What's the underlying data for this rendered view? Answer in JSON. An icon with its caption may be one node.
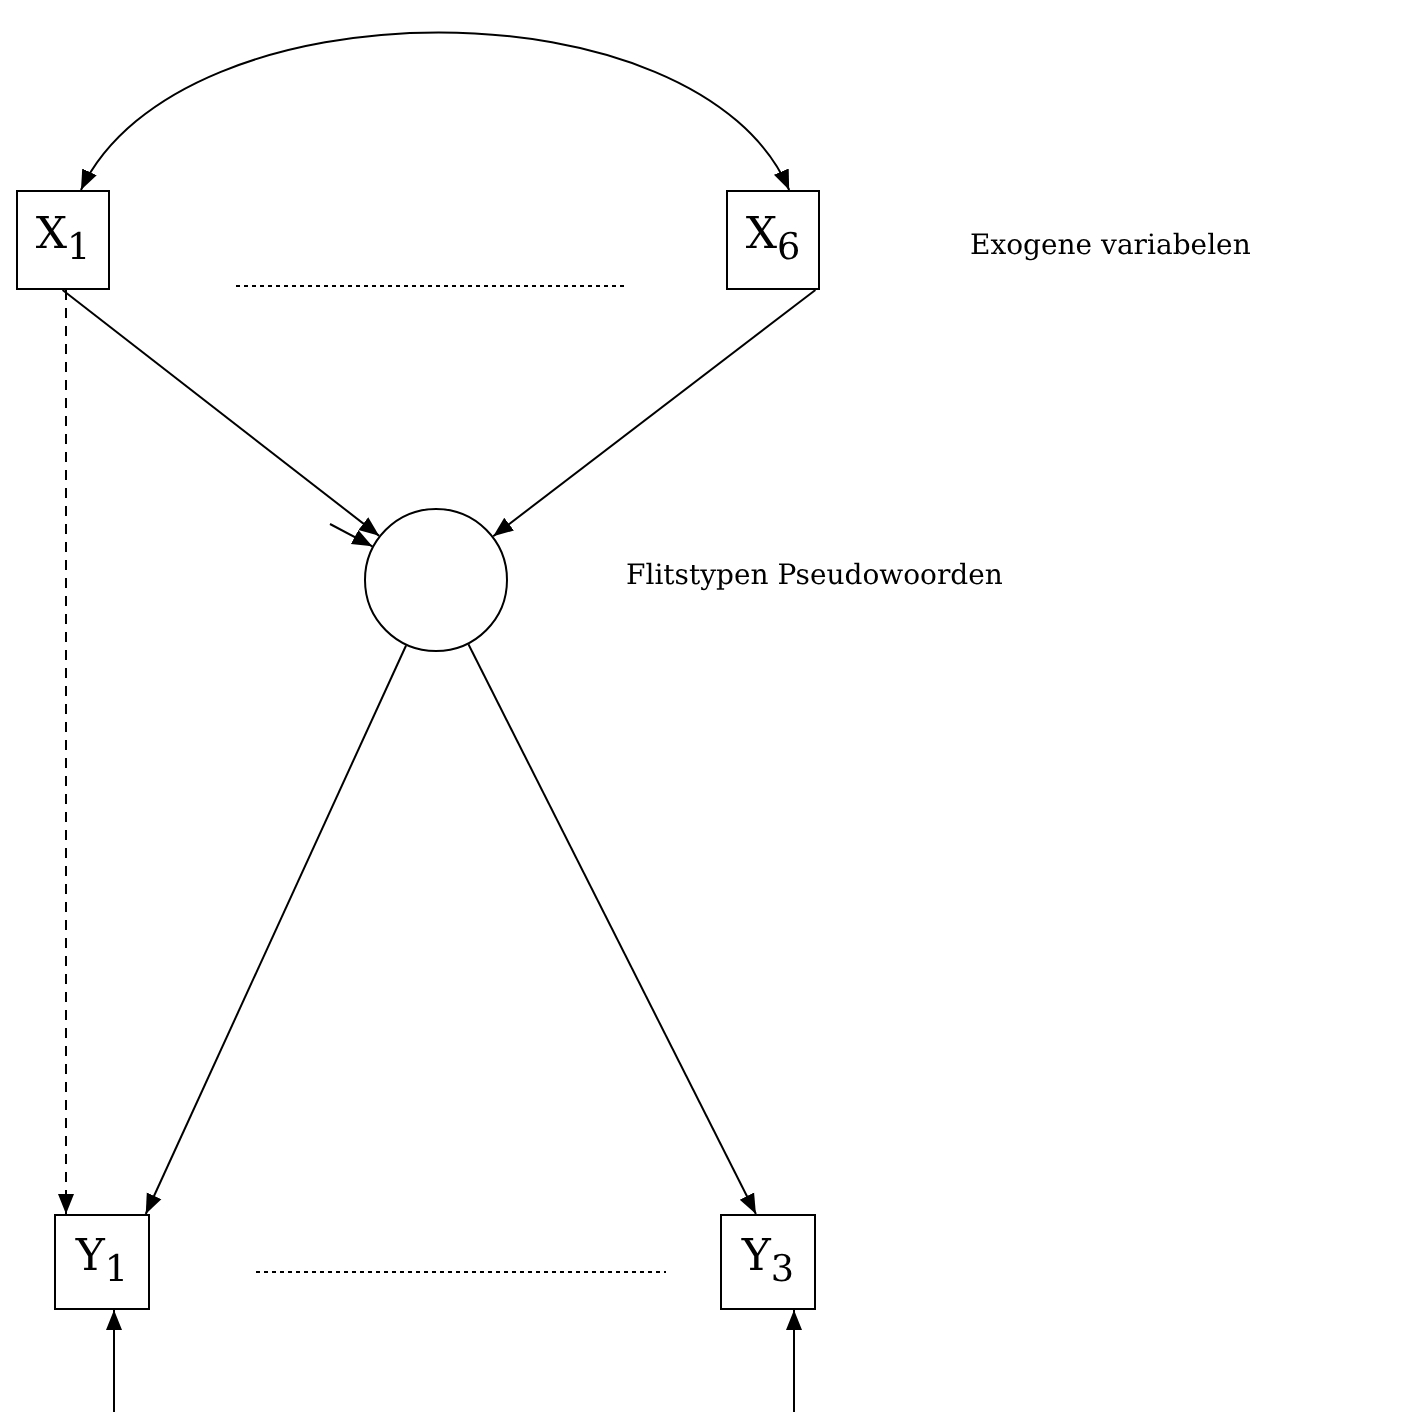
{
  "diagram": {
    "nodes": [
      {
        "text": [
          "X$_{1}$"
        ]
      },
      {
        "text": [
          "X$_{6}$"
        ]
      },
      {
        "text": [],
        "shape": "circle"
      },
      {
        "text": [
          "Y$_{1}$"
        ]
      },
      {
        "text": [
          "Y$_{3}$"
        ]
      }
    ],
    "edges": [
      {
        "from": 0,
        "to": 1,
        "arrow": "both"
      },
      {
        "from": 0,
        "to": 2,
        "arrow": "to"
      },
      {
        "from": 1,
        "to": 2,
        "arrow": "to"
      },
      {
        "from": null,
        "to": 2,
        "arrow": "to"
      },
      {
        "from": 2,
        "to": 3,
        "arrow": "to"
      },
      {
        "from": 2,
        "to": 4,
        "arrow": "to"
      },
      {
        "from": 0,
        "to": 3,
        "arrow": "to",
        "style": "dashed"
      },
      {
        "from": null,
        "to": 3,
        "arrow": "to"
      },
      {
        "from": null,
        "to": 4,
        "arrow": "to"
      }
    ],
    "labels": [
      "Exogene variabelen",
      "Flitstypen Pseudowoorden"
    ]
  }
}
